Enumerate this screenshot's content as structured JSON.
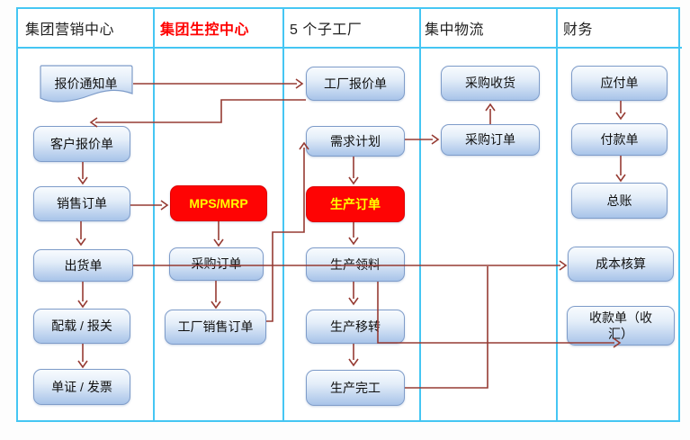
{
  "columns": [
    {
      "label": "集团营销中心",
      "color": "#1F1F1F"
    },
    {
      "label": "集团生控中心",
      "color": "#FF0000"
    },
    {
      "label": "5 个子工厂",
      "color": "#1F1F1F"
    },
    {
      "label": "集中物流",
      "color": "#1F1F1F"
    },
    {
      "label": "财务",
      "color": "#1F1F1F"
    }
  ],
  "nodes": {
    "quote_notice": {
      "label": "报价通知单",
      "shape": "document"
    },
    "customer_quote": {
      "label": "客户报价单"
    },
    "sales_order": {
      "label": "销售订单"
    },
    "shipping_order": {
      "label": "出货单"
    },
    "loading_customs": {
      "label": "配载 / 报关"
    },
    "doc_invoice": {
      "label": "单证 / 发票"
    },
    "mps_mrp": {
      "label": "MPS/MRP",
      "emphasis": true
    },
    "purchase_order_hq": {
      "label": "采购订单"
    },
    "factory_sales_order": {
      "label": "工厂销售订单"
    },
    "factory_quote": {
      "label": "工厂报价单"
    },
    "demand_plan": {
      "label": "需求计划"
    },
    "production_order": {
      "label": "生产订单",
      "emphasis": true
    },
    "production_picking": {
      "label": "生产领料"
    },
    "production_transfer": {
      "label": "生产移转"
    },
    "production_complete": {
      "label": "生产完工"
    },
    "purchase_receipt": {
      "label": "采购收货"
    },
    "purchase_order_log": {
      "label": "采购订单"
    },
    "payable": {
      "label": "应付单"
    },
    "payment": {
      "label": "付款单"
    },
    "general_ledger": {
      "label": "总账"
    },
    "cost_accounting": {
      "label": "成本核算"
    },
    "receipt_fx": {
      "label": "收款单（收\n汇）"
    }
  },
  "edges": [
    {
      "from": "quote_notice",
      "to": "factory_quote"
    },
    {
      "from": "factory_quote",
      "to": "customer_quote"
    },
    {
      "from": "customer_quote",
      "to": "sales_order"
    },
    {
      "from": "sales_order",
      "to": "mps_mrp"
    },
    {
      "from": "sales_order",
      "to": "shipping_order"
    },
    {
      "from": "mps_mrp",
      "to": "purchase_order_hq"
    },
    {
      "from": "purchase_order_hq",
      "to": "factory_sales_order"
    },
    {
      "from": "factory_sales_order",
      "to": "demand_plan"
    },
    {
      "from": "shipping_order",
      "to": "loading_customs"
    },
    {
      "from": "loading_customs",
      "to": "doc_invoice"
    },
    {
      "from": "shipping_order",
      "to": "cost_accounting"
    },
    {
      "from": "production_complete",
      "to": "cost_accounting"
    },
    {
      "from": "production_picking",
      "to": "receipt_fx"
    },
    {
      "from": "demand_plan",
      "to": "production_order"
    },
    {
      "from": "demand_plan",
      "to": "purchase_order_log"
    },
    {
      "from": "purchase_order_log",
      "to": "purchase_receipt"
    },
    {
      "from": "production_order",
      "to": "production_picking"
    },
    {
      "from": "production_picking",
      "to": "production_transfer"
    },
    {
      "from": "production_transfer",
      "to": "production_complete"
    },
    {
      "from": "payable",
      "to": "payment"
    },
    {
      "from": "payment",
      "to": "general_ledger"
    }
  ],
  "colors": {
    "grid": "#45C6F3",
    "arrow": "#963B33",
    "node_border": "#7E9CC9",
    "node_fill_top": "#F8FBFE",
    "node_fill_bottom": "#A8C4E9",
    "emphasis_fill": "#FE0404",
    "emphasis_text": "#FFFF00",
    "header_accent": "#FF0000"
  }
}
